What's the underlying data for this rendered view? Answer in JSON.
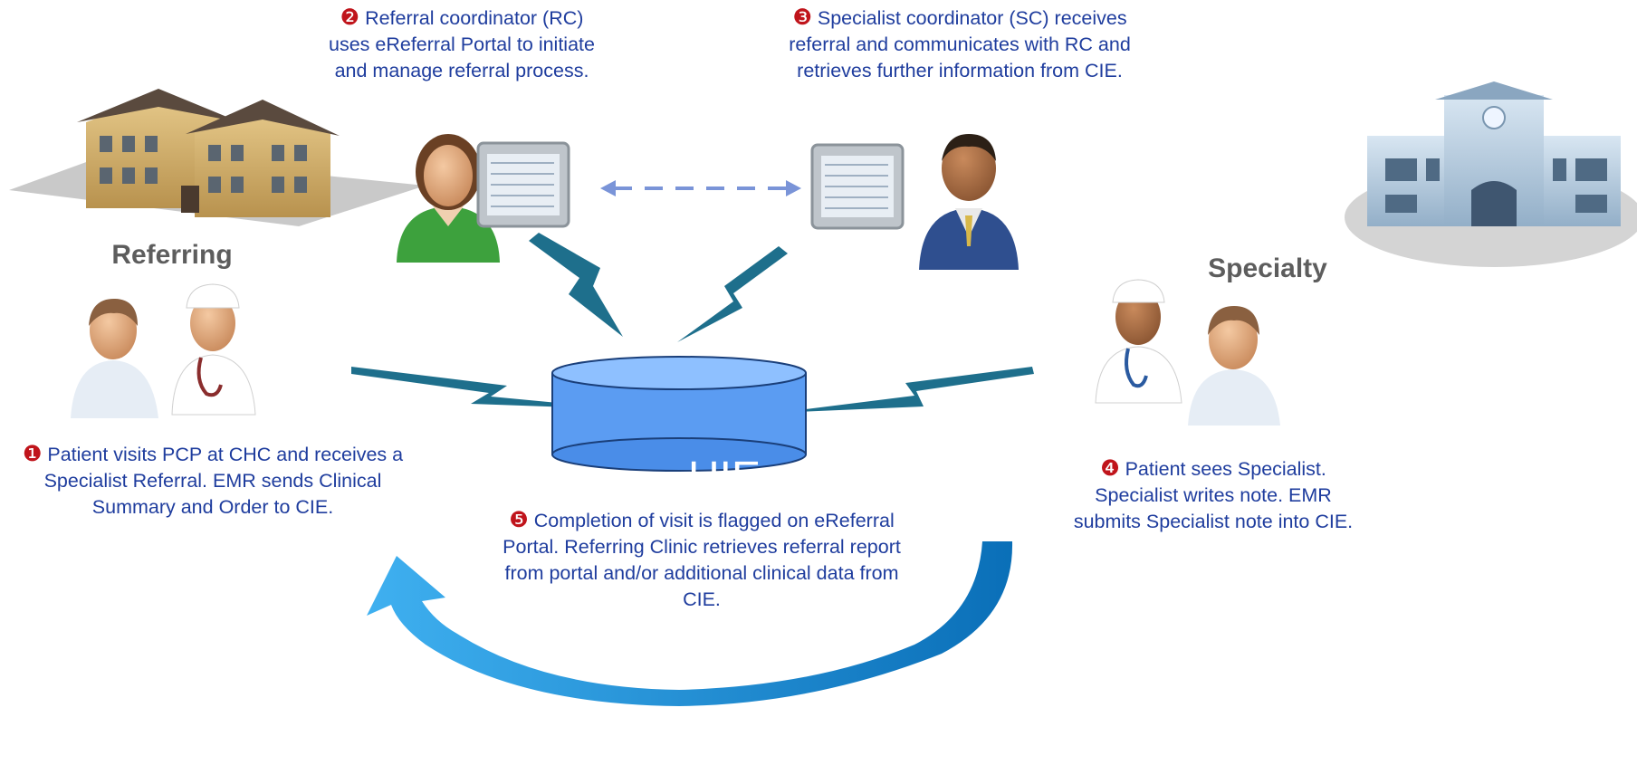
{
  "hub": {
    "label": "HIE"
  },
  "sites": {
    "referring": "Referring",
    "specialty": "Specialty"
  },
  "steps": [
    {
      "number": "❶",
      "text": "Patient visits PCP at CHC and receives a Specialist Referral.  EMR sends Clinical Summary and Order to CIE."
    },
    {
      "number": "❷",
      "text": "Referral coordinator (RC) uses eReferral Portal to initiate and manage referral process."
    },
    {
      "number": "❸",
      "text": "Specialist coordinator (SC) receives referral and communicates with RC and retrieves further information from CIE."
    },
    {
      "number": "❹",
      "text": "Patient sees Specialist. Specialist writes note.  EMR submits Specialist note into CIE."
    },
    {
      "number": "❺",
      "text": "Completion of visit is flagged on eReferral Portal. Referring Clinic retrieves referral report from portal and/or additional clinical data from CIE."
    }
  ],
  "colors": {
    "text": "#1f3d9e",
    "number": "#c0141b",
    "hub_fill": "#5b9cf2",
    "lightning": "#1e6f8c",
    "return_arrow": "#1a8fd8"
  }
}
